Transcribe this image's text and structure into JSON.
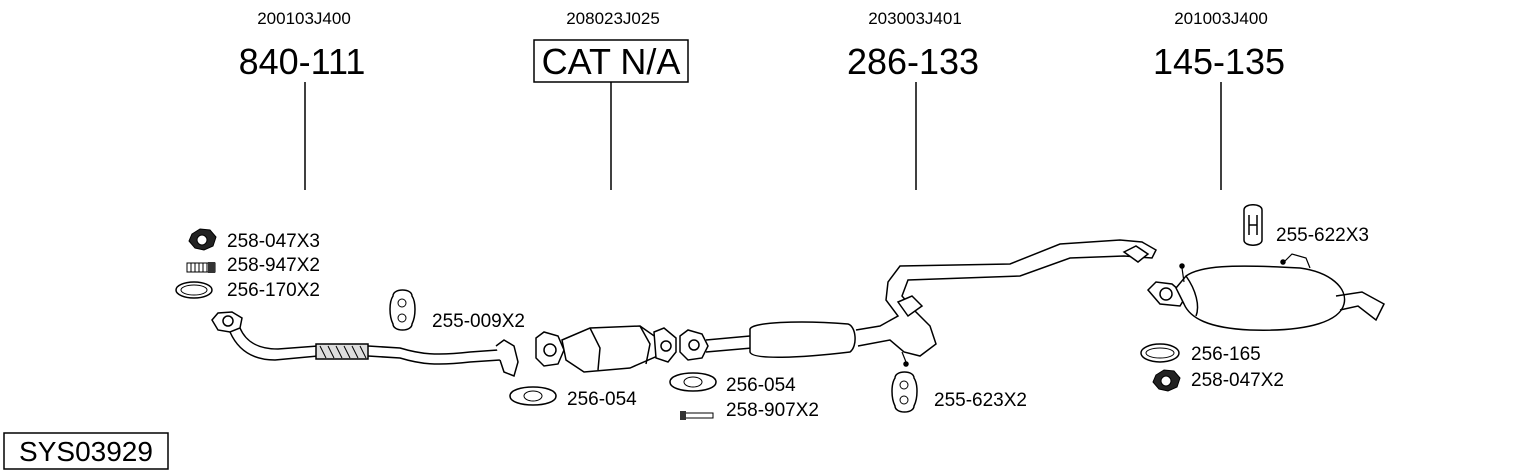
{
  "top_parts": [
    {
      "code": "200103J400",
      "part": "840-111"
    },
    {
      "code": "208023J025",
      "part": "CAT N/A"
    },
    {
      "code": "203003J401",
      "part": "286-133"
    },
    {
      "code": "201003J400",
      "part": "145-135"
    }
  ],
  "fittings": {
    "nut_front": "258-047X3",
    "stud_front": "258-947X2",
    "gasket_front": "256-170X2",
    "hanger_a": "255-009X2",
    "gasket_cat_in": "256-054",
    "gasket_cat_out": "256-054",
    "bolt": "258-907X2",
    "hanger_b": "255-623X2",
    "hanger_rear": "255-622X3",
    "gasket_rear": "256-165",
    "nut_rear": "258-047X2"
  },
  "system_id": "SYS03929"
}
